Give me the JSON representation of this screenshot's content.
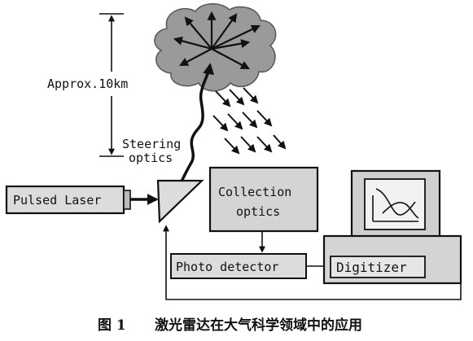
{
  "labels": {
    "approx": "Approx.10km",
    "steering_line1": "Steering",
    "steering_line2": "optics",
    "pulsed_laser": "Pulsed Laser",
    "collection_line1": "Collection",
    "collection_line2": "optics",
    "photo_detector": "Photo detector",
    "digitizer": "Digitizer"
  },
  "caption": {
    "figure_no": "图 1",
    "title": "激光雷达在大气科学领域中的应用"
  },
  "colors": {
    "ink": "#111111",
    "box_fill": "#dcdcdc",
    "cloud_fill": "#9a9a9a",
    "screen_fill": "#f2f2f2"
  }
}
